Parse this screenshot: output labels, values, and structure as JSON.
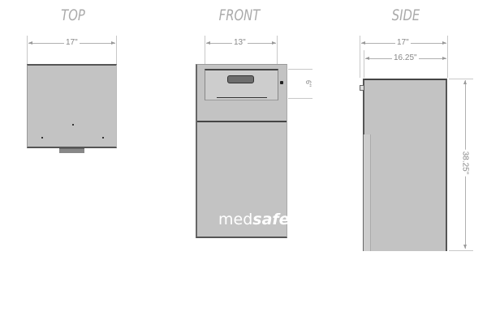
{
  "views": {
    "top": {
      "title": "TOP",
      "width_label": "17\""
    },
    "front": {
      "title": "FRONT",
      "width_label": "13\"",
      "drawer_height_label": "6\"",
      "brand": {
        "light": "med",
        "bold": "safe"
      }
    },
    "side": {
      "title": "SIDE",
      "width_label": "17\"",
      "depth_label": "16.25\"",
      "height_label": "38.25\""
    }
  },
  "colors": {
    "body": "#c3c3c3",
    "outline": "#555555",
    "dimension": "#999999",
    "title": "#aaaaaa"
  }
}
